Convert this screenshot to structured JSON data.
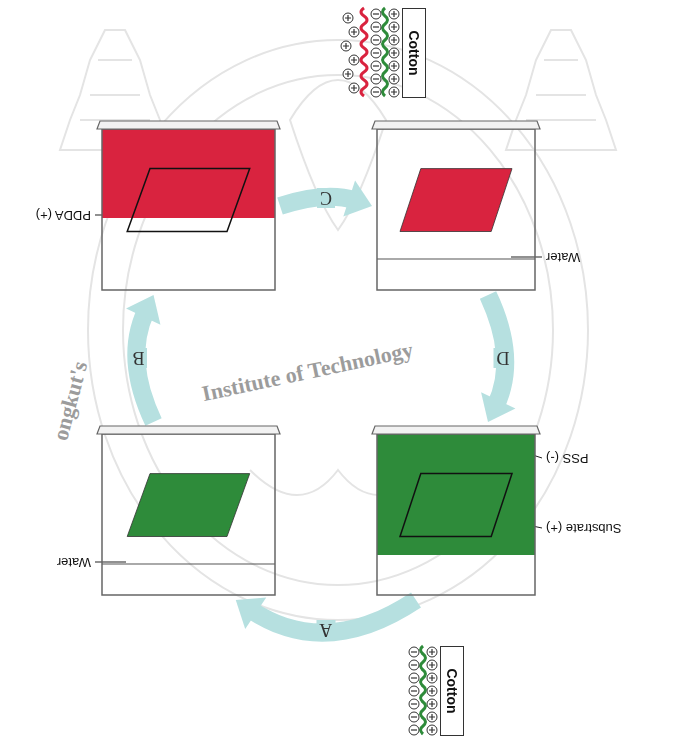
{
  "diagram": {
    "nodes": [
      {
        "text": [
          "Cotton"
        ]
      },
      {
        "text": [
          "Substrate (+)",
          "PSS (-)"
        ]
      },
      {
        "text": [
          "Water"
        ]
      },
      {
        "text": [
          "PDDA (+)"
        ]
      },
      {
        "text": [
          "Water"
        ]
      },
      {
        "text": [
          "Cotton"
        ]
      }
    ],
    "edges": [
      {
        "from": 1,
        "to": 2,
        "arrow": "to",
        "label": "A"
      },
      {
        "from": 2,
        "to": 3,
        "arrow": "to",
        "label": "B"
      },
      {
        "from": 3,
        "to": 4,
        "arrow": "to",
        "label": "C"
      },
      {
        "from": 4,
        "to": 1,
        "arrow": "to",
        "label": "D"
      }
    ],
    "labels": [
      "ongkut's",
      "Institute of Technology"
    ]
  }
}
